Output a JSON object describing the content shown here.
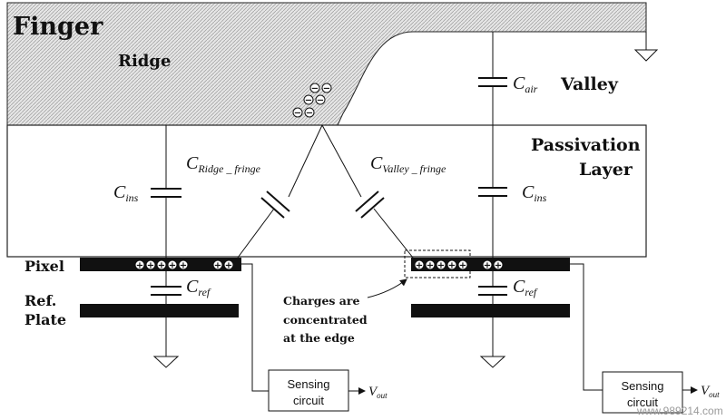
{
  "labels": {
    "finger": "Finger",
    "ridge": "Ridge",
    "valley": "Valley",
    "passivation_line1": "Passivation",
    "passivation_line2": "Layer",
    "pixel": "Pixel",
    "ref_line1": "Ref.",
    "ref_line2": "Plate"
  },
  "capacitors": {
    "c_air": {
      "main": "C",
      "sub": "air"
    },
    "c_ins_left": {
      "main": "C",
      "sub": "ins"
    },
    "c_ins_right": {
      "main": "C",
      "sub": "ins"
    },
    "c_ridge_fringe": {
      "main": "C",
      "sub": "Ridge _ fringe"
    },
    "c_valley_fringe": {
      "main": "C",
      "sub": "Valley _ fringe"
    },
    "c_ref_left": {
      "main": "C",
      "sub": "ref"
    },
    "c_ref_right": {
      "main": "C",
      "sub": "ref"
    }
  },
  "annotation": {
    "line1": "Charges are",
    "line2": "concentrated",
    "line3": "at the edge"
  },
  "sensing_left": {
    "line1": "Sensing",
    "line2": "circuit",
    "out_main": "V",
    "out_sub": "out"
  },
  "sensing_right": {
    "line1": "Sensing",
    "line2": "circuit",
    "out_main": "V",
    "out_sub": "out"
  },
  "charges": {
    "negative": "−",
    "positive": "+"
  },
  "watermark": "www.989214.com"
}
